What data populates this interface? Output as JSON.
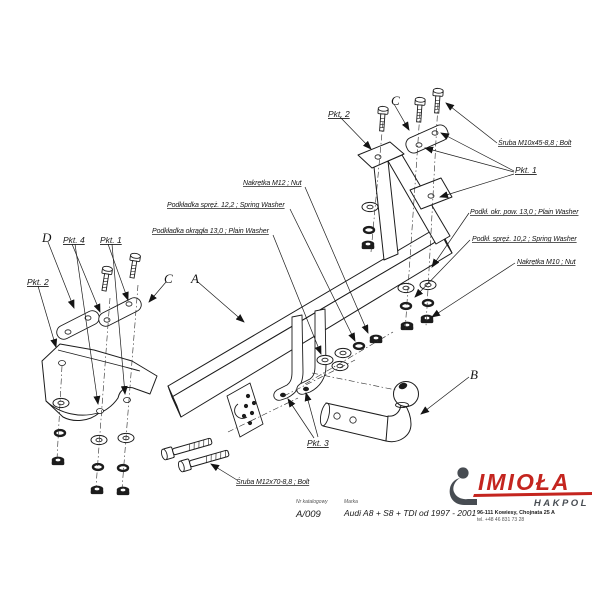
{
  "callouts": {
    "nut_m12": "Nakrętka M12 ; Nut",
    "spring_washer_12": "Podkładka spręż. 12,2 ; Spring Washer",
    "plain_washer_13": "Podkładka okrągła 13,0 ; Plain Washer",
    "bolt_m10": "Śruba M10x45-8,8 ; Bolt",
    "plain_washer_13_pow": "Podkł. okr. pow. 13,0 ; Plain Washer",
    "spring_washer_10": "Podkł. spręż. 10,2 ; Spring Washer",
    "nut_m10": "Nakrętka M10 ; Nut",
    "bolt_m12": "Śruba M12x70-8,8 ; Bolt",
    "pkt_1": "Pkt. 1",
    "pkt_2": "Pkt. 2",
    "pkt_3": "Pkt. 3",
    "pkt_4": "Pkt. 4",
    "part_a": "A",
    "part_b": "B",
    "part_c": "C",
    "part_d": "D"
  },
  "title_block": {
    "catalog_label": "Nr katalogowy",
    "catalog_value": "A/009",
    "brand_label": "Marka",
    "brand_value": "Audi A8 + S8 + TDI",
    "years": "od 1997 - 2001"
  },
  "logo": {
    "brand": "IMIOŁA",
    "sub": "HAKPOL",
    "address": "96-111 Kowiesy, Chojnata 25 A",
    "phone": "tel. +48 46 831 73 28",
    "brand_color": "#c4251f",
    "icon_color": "#474c52"
  }
}
